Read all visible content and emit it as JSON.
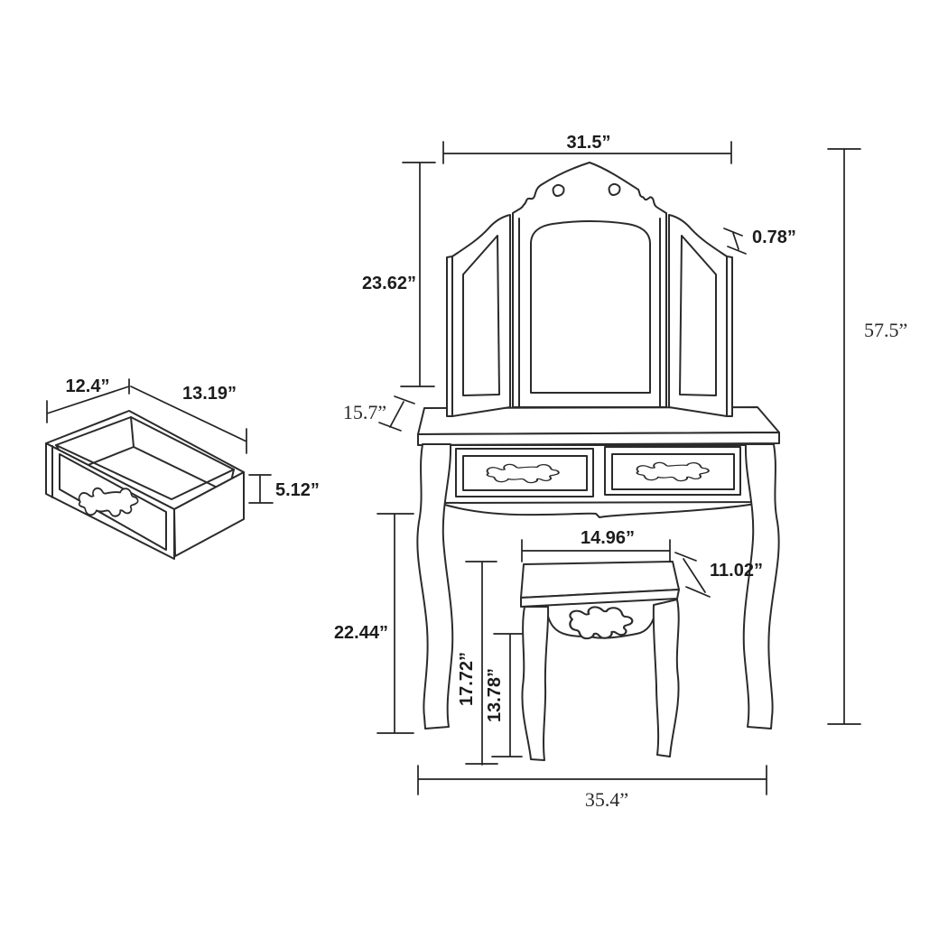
{
  "colors": {
    "background": "#ffffff",
    "line": "#2b2b2b",
    "text": "#1c1c1c"
  },
  "labels": {
    "drawer_depth": "12.4”",
    "drawer_width": "13.19”",
    "drawer_height": "5.12”",
    "mirror_width": "31.5”",
    "mirror_height": "23.62”",
    "mirror_panel_thickness": "0.78”",
    "total_height": "57.5”",
    "table_depth": "15.7”",
    "table_leg_height": "22.44”",
    "stool_seat_width": "14.96”",
    "stool_seat_depth": "11.02”",
    "stool_height": "17.72”",
    "stool_leg_height": "13.78”",
    "table_width": "35.4”"
  }
}
